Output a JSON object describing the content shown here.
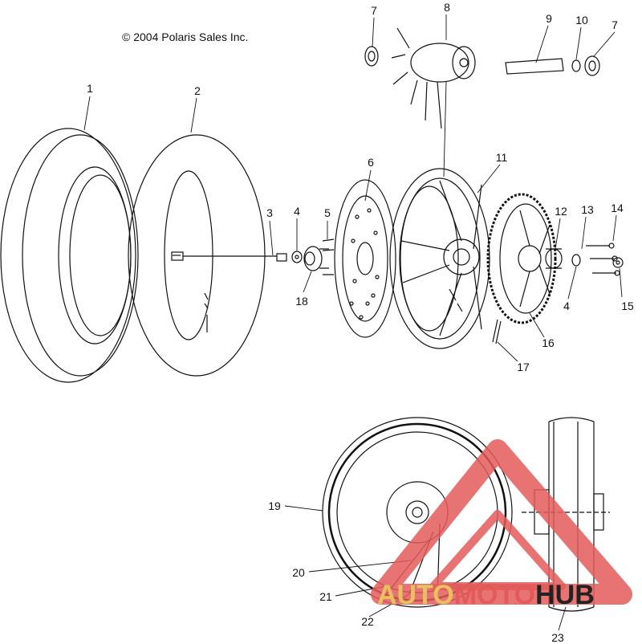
{
  "copyright": "© 2004 Polaris Sales Inc.",
  "callouts": [
    "1",
    "2",
    "3",
    "4",
    "5",
    "6",
    "7",
    "8",
    "9",
    "10",
    "7",
    "11",
    "12",
    "13",
    "14",
    "15",
    "4",
    "16",
    "17",
    "18",
    "19",
    "20",
    "21",
    "22",
    "23"
  ],
  "watermark": {
    "part1": "AUTO",
    "part2": "MOTO",
    "part3": "HUB",
    "colors": {
      "auto": "#e8c060",
      "moto": "#e35a5a",
      "hub": "#222222",
      "triangle": "#e35a5a"
    }
  }
}
